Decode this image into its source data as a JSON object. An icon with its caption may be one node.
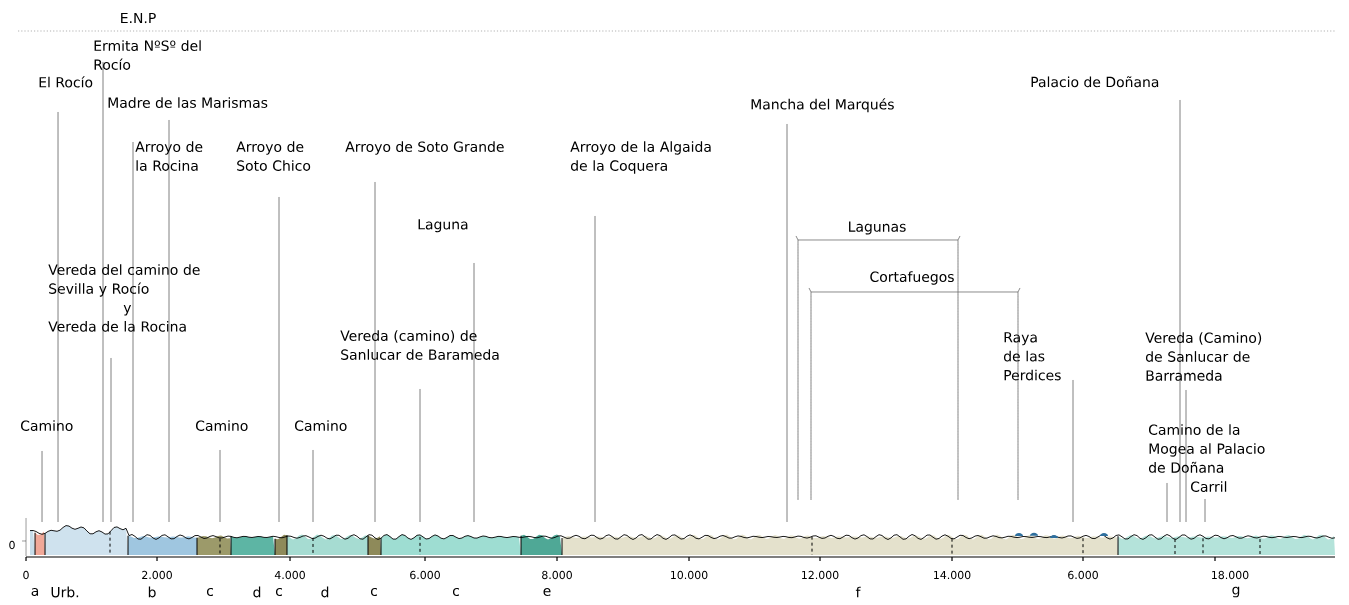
{
  "diagram": {
    "nodes": [
      {
        "text": [
          "El Rocío"
        ]
      },
      {
        "text": [
          "Ermita NºSº del Rocío"
        ]
      },
      {
        "text": [
          "Madre de las Marismas"
        ]
      },
      {
        "text": [
          "Arroyo de la Rocina"
        ]
      },
      {
        "text": [
          "Arroyo de Soto Chico"
        ]
      },
      {
        "text": [
          "Arroyo de Soto Grande"
        ]
      },
      {
        "text": [
          "Arroyo de la Algaida de la Coquera"
        ]
      },
      {
        "text": [
          "Laguna"
        ]
      },
      {
        "text": [
          "Vereda del camino de Sevilla y Rocío",
          "y",
          "Vereda de la Rocina"
        ]
      },
      {
        "text": [
          "Vereda (camino) de Sanlucar de Barameda"
        ]
      },
      {
        "text": [
          "Camino"
        ]
      },
      {
        "text": [
          "Camino"
        ]
      },
      {
        "text": [
          "Camino"
        ]
      },
      {
        "text": [
          "Mancha del Marqués"
        ]
      },
      {
        "text": [
          "Palacio de Doñana"
        ]
      },
      {
        "text": [
          "Raya de las Perdices"
        ]
      },
      {
        "text": [
          "Vereda (Camino) de Sanlucar de Barrameda"
        ]
      },
      {
        "text": [
          "Camino de la Mogea al Palacio de Doñana"
        ]
      },
      {
        "text": [
          "Carril"
        ]
      },
      {
        "text": [],
        "shape": "picture"
      }
    ],
    "edges": [
      {
        "from": 0,
        "to": 19,
        "arrow": "none"
      },
      {
        "from": 1,
        "to": 19,
        "arrow": "none"
      },
      {
        "from": 2,
        "to": 19,
        "arrow": "none"
      },
      {
        "from": 3,
        "to": 19,
        "arrow": "none"
      },
      {
        "from": 4,
        "to": 19,
        "arrow": "none"
      },
      {
        "from": 5,
        "to": 19,
        "arrow": "none"
      },
      {
        "from": 6,
        "to": 19,
        "arrow": "none"
      },
      {
        "from": 7,
        "to": 19,
        "arrow": "none"
      },
      {
        "from": 8,
        "to": 19,
        "arrow": "none"
      },
      {
        "from": 9,
        "to": 19,
        "arrow": "none"
      },
      {
        "from": 10,
        "to": 19,
        "arrow": "none"
      },
      {
        "from": 11,
        "to": 19,
        "arrow": "none"
      },
      {
        "from": 12,
        "to": 19,
        "arrow": "none"
      },
      {
        "from": 13,
        "to": 19,
        "arrow": "none"
      },
      {
        "from": 14,
        "to": 19,
        "arrow": "none"
      },
      {
        "from": 15,
        "to": 19,
        "arrow": "none"
      },
      {
        "from": 16,
        "to": 19,
        "arrow": "none"
      },
      {
        "from": 17,
        "to": 19,
        "arrow": "none"
      },
      {
        "from": 18,
        "to": 19,
        "arrow": "none"
      }
    ],
    "labels": [
      "E.N.P",
      "Lagunas",
      "Cortafuegos",
      "0",
      "0",
      "2.000",
      "4.000",
      "6.000",
      "8.000",
      "10.000",
      "12.000",
      "14.000",
      "6.000",
      "18.000",
      "a",
      "Urb.",
      "b",
      "c",
      "d",
      "c",
      "d",
      "c",
      "c",
      "e",
      "f",
      "g"
    ]
  }
}
